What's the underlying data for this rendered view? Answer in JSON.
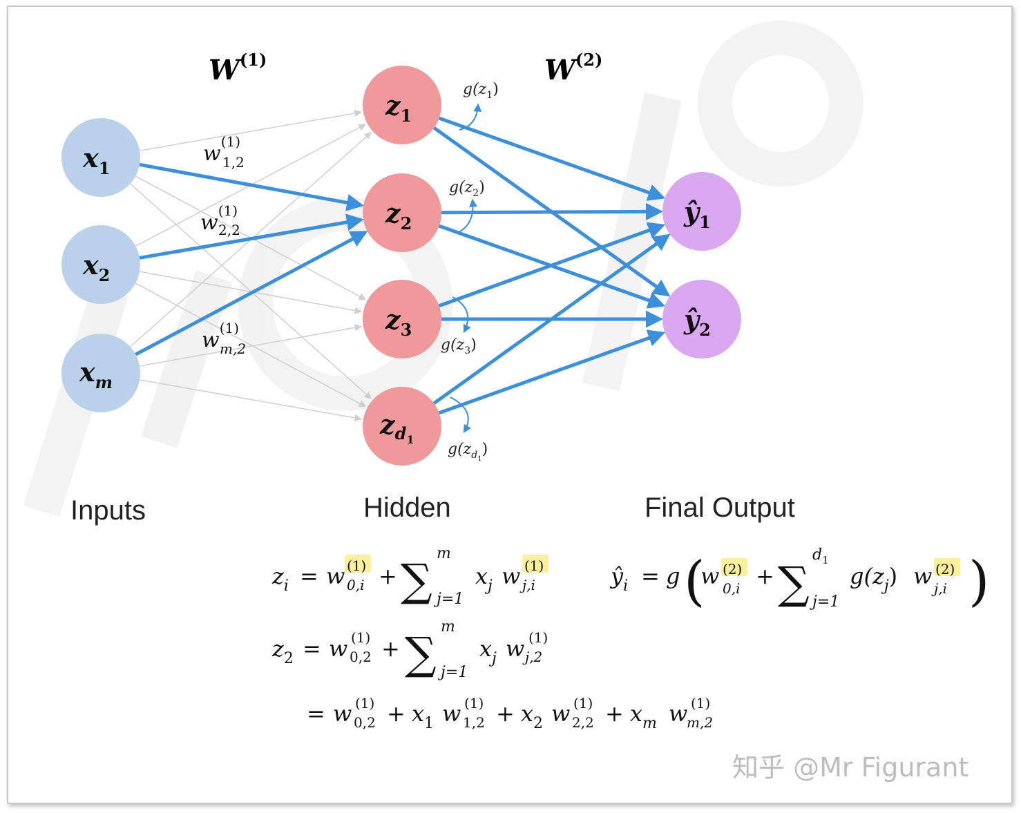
{
  "colors": {
    "input_node": "#b9d2ea",
    "hidden_node": "#f0999b",
    "output_node": "#d9a8f1",
    "highlight_edge": "#3c8fdb",
    "faint_edge": "#cfcfcf",
    "weight_highlight": "#fbf09b"
  },
  "layer_headers": {
    "w1": "W",
    "w1_sup": "(1)",
    "w2": "W",
    "w2_sup": "(2)"
  },
  "inputs": [
    {
      "base": "x",
      "sub": "1"
    },
    {
      "base": "x",
      "sub": "2"
    },
    {
      "base": "x",
      "sub": "m"
    }
  ],
  "hidden": [
    {
      "base": "z",
      "sub": "1",
      "act": "g(z",
      "act_sub": "1",
      "act_close": ")"
    },
    {
      "base": "z",
      "sub": "2",
      "act": "g(z",
      "act_sub": "2",
      "act_close": ")"
    },
    {
      "base": "z",
      "sub": "3",
      "act": "g(z",
      "act_sub": "3",
      "act_close": ")"
    },
    {
      "base": "z",
      "sub": "d",
      "subsub": "1",
      "act": "g(z",
      "act_sub": "d",
      "act_subsub": "1",
      "act_close": ")"
    }
  ],
  "outputs": [
    {
      "base": "ŷ",
      "sub": "1"
    },
    {
      "base": "ŷ",
      "sub": "2"
    }
  ],
  "edge_weight_labels": [
    {
      "base": "w",
      "sup": "(1)",
      "sub": "1,2"
    },
    {
      "base": "w",
      "sup": "(1)",
      "sub": "2,2"
    },
    {
      "base": "w",
      "sup": "(1)",
      "sub": "m,2"
    }
  ],
  "section_labels": {
    "inputs": "Inputs",
    "hidden": "Hidden",
    "output": "Final Output"
  },
  "equations": {
    "eq1": {
      "lhs": "z",
      "lhs_sub": "i",
      "eq": "=",
      "w": "w",
      "w_sup": "(1)",
      "w_sub": "0,i",
      "plus": "+",
      "sigma": "∑",
      "upper": "m",
      "lower": "j=1",
      "x": "x",
      "x_sub": "j",
      "w2": "w",
      "w2_sup": "(1)",
      "w2_sub": "j,i"
    },
    "eq2": {
      "lhs": "ŷ",
      "lhs_sub": "i",
      "eq": "=",
      "g": "g",
      "lparen": "(",
      "w": "w",
      "w_sup": "(2)",
      "w_sub": "0,i",
      "plus": "+",
      "sigma": "∑",
      "upper": "d",
      "upper_sub": "1",
      "lower": "j=1",
      "gz": "g(z",
      "gz_sub": "j",
      "gz_close": ")",
      "w2": "w",
      "w2_sup": "(2)",
      "w2_sub": "j,i",
      "rparen": ")"
    },
    "eq3": {
      "lhs": "z",
      "lhs_sub": "2",
      "eq": "=",
      "w": "w",
      "w_sup": "(1)",
      "w_sub": "0,2",
      "plus": "+",
      "sigma": "∑",
      "upper": "m",
      "lower": "j=1",
      "x": "x",
      "x_sub": "j",
      "w2": "w",
      "w2_sup": "(1)",
      "w2_sub": "j,2"
    },
    "eq4": {
      "eq": "=",
      "terms": [
        {
          "x": "",
          "x_sub": "",
          "w": "w",
          "w_sup": "(1)",
          "w_sub": "0,2"
        },
        {
          "plus": "+",
          "x": "x",
          "x_sub": "1",
          "w": "w",
          "w_sup": "(1)",
          "w_sub": "1,2"
        },
        {
          "plus": "+",
          "x": "x",
          "x_sub": "2",
          "w": "w",
          "w_sup": "(1)",
          "w_sub": "2,2"
        },
        {
          "plus": "+",
          "x": "x",
          "x_sub": "m",
          "w": "w",
          "w_sup": "(1)",
          "w_sub": "m,2"
        }
      ]
    }
  },
  "watermark": "知乎 @Mr Figurant"
}
